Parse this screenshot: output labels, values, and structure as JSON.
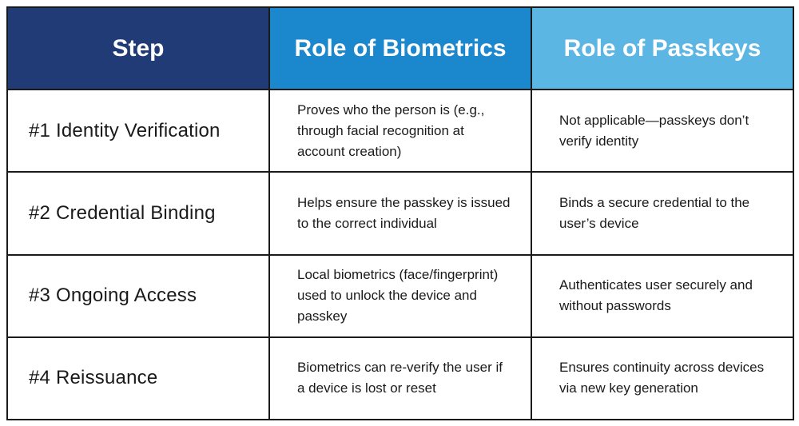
{
  "headers": {
    "step": "Step",
    "biometrics": "Role of Biometrics",
    "passkeys": "Role of Passkeys"
  },
  "rows": [
    {
      "step": "#1 Identity Verification",
      "biometrics": "Proves who the person is (e.g., through facial recognition at account creation)",
      "passkeys": "Not applicable—passkeys don’t verify identity"
    },
    {
      "step": "#2 Credential Binding",
      "biometrics": "Helps ensure the passkey is issued to the correct individual",
      "passkeys": "Binds a secure credential to the user’s device"
    },
    {
      "step": "#3 Ongoing Access",
      "biometrics": "Local biometrics (face/fingerprint) used to unlock the device and passkey",
      "passkeys": "Authenticates user securely and without passwords"
    },
    {
      "step": "#4 Reissuance",
      "biometrics": "Biometrics can re-verify the user if a device is lost or reset",
      "passkeys": "Ensures continuity across devices via new key generation"
    }
  ],
  "colors": {
    "header_step": "#213b77",
    "header_biometrics": "#1b87cc",
    "header_passkeys": "#5cb6e4"
  }
}
